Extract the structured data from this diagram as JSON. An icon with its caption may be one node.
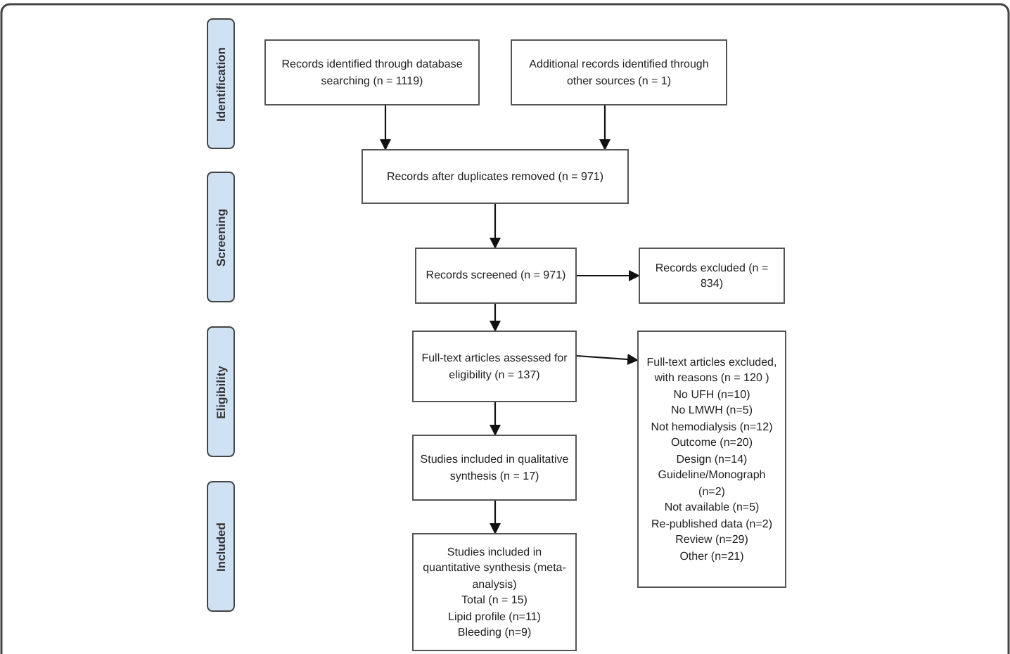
{
  "diagram": {
    "nodes": [
      {
        "text": [
          "Identification"
        ]
      },
      {
        "text": [
          "Screening"
        ]
      },
      {
        "text": [
          "Eligibility"
        ]
      },
      {
        "text": [
          "Included"
        ]
      },
      {
        "text": [
          "Records identified through database searching (n = 1119)"
        ]
      },
      {
        "text": [
          "Additional records identified through other sources (n = 1)"
        ]
      },
      {
        "text": [
          "Records after duplicates removed (n = 971)"
        ]
      },
      {
        "text": [
          "Records screened (n = 971)"
        ]
      },
      {
        "text": [
          "Records excluded (n = 834)"
        ]
      },
      {
        "text": [
          "Full-text articles assessed for eligibility (n = 137)"
        ]
      },
      {
        "text": [
          "Full-text articles excluded, with reasons (n = 120 )",
          "No UFH (n=10)",
          "No LMWH (n=5)",
          "Not hemodialysis (n=12)",
          "Outcome (n=20)",
          "Design (n=14)",
          "Guideline/Monograph (n=2)",
          "Not available (n=5)",
          "Re-published data (n=2)",
          "Review (n=29)",
          "Other (n=21)"
        ]
      },
      {
        "text": [
          "Studies included in qualitative synthesis (n = 17)"
        ]
      },
      {
        "text": [
          "Studies included in quantitative synthesis (meta-analysis)",
          "Total (n = 15)",
          "Lipid profile (n=11)",
          "Bleeding (n=9)"
        ]
      }
    ],
    "edges": [
      {
        "from": 4,
        "to": 6,
        "arrow": "to"
      },
      {
        "from": 5,
        "to": 6,
        "arrow": "to"
      },
      {
        "from": 6,
        "to": 7,
        "arrow": "to"
      },
      {
        "from": 7,
        "to": 8,
        "arrow": "to"
      },
      {
        "from": 7,
        "to": 9,
        "arrow": "to"
      },
      {
        "from": 9,
        "to": 10,
        "arrow": "to"
      },
      {
        "from": 9,
        "to": 11,
        "arrow": "to"
      },
      {
        "from": 11,
        "to": 12,
        "arrow": "to"
      }
    ]
  }
}
